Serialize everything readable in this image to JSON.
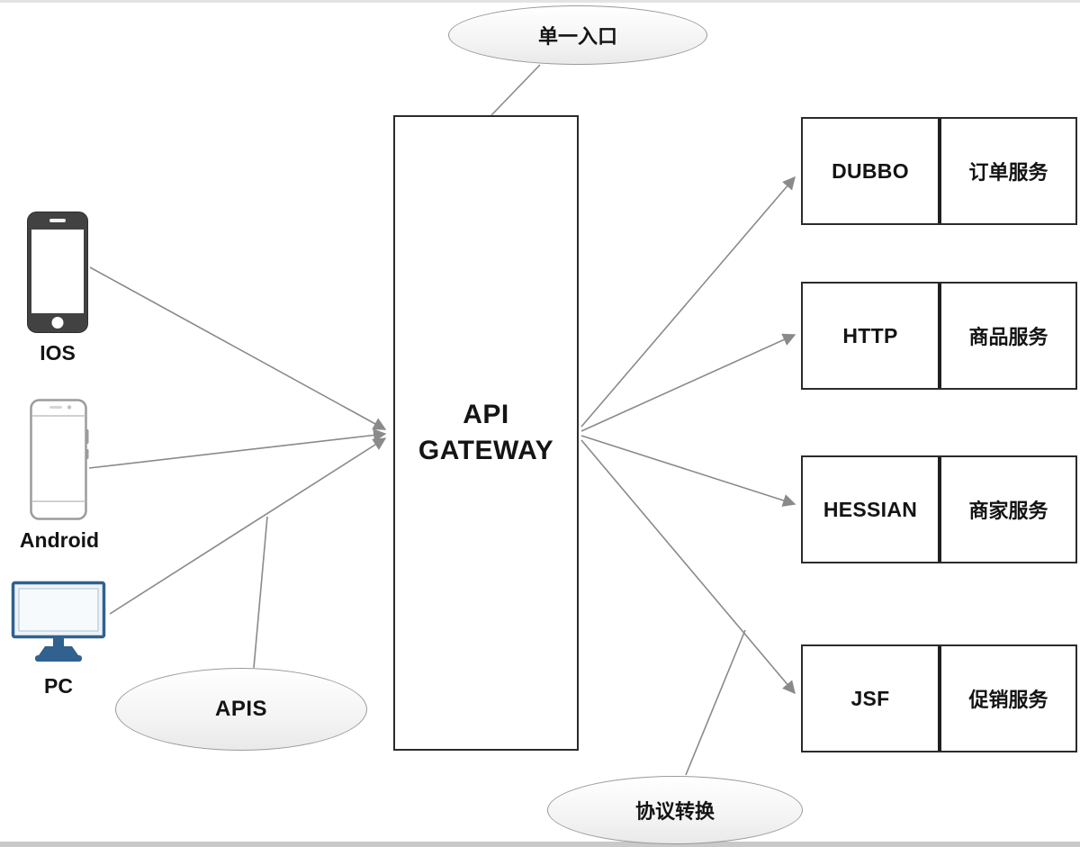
{
  "gateway": {
    "line1": "API",
    "line2": "GATEWAY"
  },
  "annotations": {
    "entry": "单一入口",
    "apis": "APIS",
    "protocol": "协议转换"
  },
  "clients": [
    {
      "label": "IOS",
      "icon": "ios-phone-icon"
    },
    {
      "label": "Android",
      "icon": "android-phone-icon"
    },
    {
      "label": "PC",
      "icon": "pc-monitor-icon"
    }
  ],
  "services": [
    {
      "protocol": "DUBBO",
      "name": "订单服务"
    },
    {
      "protocol": "HTTP",
      "name": "商品服务"
    },
    {
      "protocol": "HESSIAN",
      "name": "商家服务"
    },
    {
      "protocol": "JSF",
      "name": "促销服务"
    }
  ],
  "colors": {
    "connector_line": "#8a8a8a",
    "box_border": "#2b2b2b",
    "pc_blue": "#30618f",
    "phone_dark": "#424242"
  }
}
